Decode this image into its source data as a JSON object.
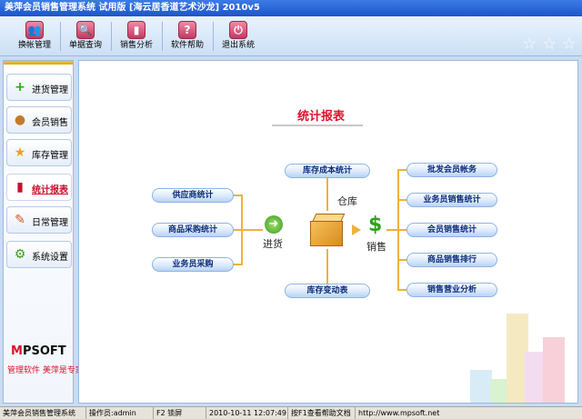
{
  "window": {
    "title": "美萍会员销售管理系统 试用版 [海云居香道艺术沙龙] 2010v5"
  },
  "toolbar": {
    "buttons": [
      {
        "label": "换帐管理",
        "icon": "👥"
      },
      {
        "label": "单据查询",
        "icon": "🔍"
      },
      {
        "label": "销售分析",
        "icon": "▮"
      },
      {
        "label": "软件帮助",
        "icon": "?"
      },
      {
        "label": "退出系统",
        "icon": "⏻"
      }
    ]
  },
  "sidebar": {
    "items": [
      {
        "label": "进货管理",
        "icon": "+",
        "color": "#2fa318"
      },
      {
        "label": "会员销售",
        "icon": "●",
        "color": "#c47a2c"
      },
      {
        "label": "库存管理",
        "icon": "★",
        "color": "#f0a020"
      },
      {
        "label": "统计报表",
        "icon": "▮",
        "color": "#c8102e"
      },
      {
        "label": "日常管理",
        "icon": "✎",
        "color": "#d8532a"
      },
      {
        "label": "系统设置",
        "icon": "⚙",
        "color": "#3a9a1e"
      }
    ],
    "logo": {
      "prefix": "M",
      "rest": "PSOFT"
    },
    "slogan": "管理软件 美萍是专家"
  },
  "main": {
    "heading": "统计报表",
    "warehouse_label": "仓库",
    "purchase_label": "进货",
    "sales_label": "销售",
    "left_nodes": [
      "供应商统计",
      "商品采购统计",
      "业务员采购"
    ],
    "center_nodes": [
      "库存成本统计",
      "库存变动表"
    ],
    "right_nodes": [
      "批发会员帐务",
      "业务员销售统计",
      "会员销售统计",
      "商品销售排行",
      "销售营业分析"
    ]
  },
  "colors": {
    "accent": "#d8132a",
    "node_text": "#0b2d7a",
    "connector": "#f0b23a"
  },
  "statusbar": {
    "app": "美萍会员销售管理系统",
    "operator": "操作员:admin",
    "lock": "F2 锁屏",
    "datetime": "2010-10-11 12:07:49",
    "help": "按F1查看帮助文档",
    "url": "http://www.mpsoft.net"
  }
}
